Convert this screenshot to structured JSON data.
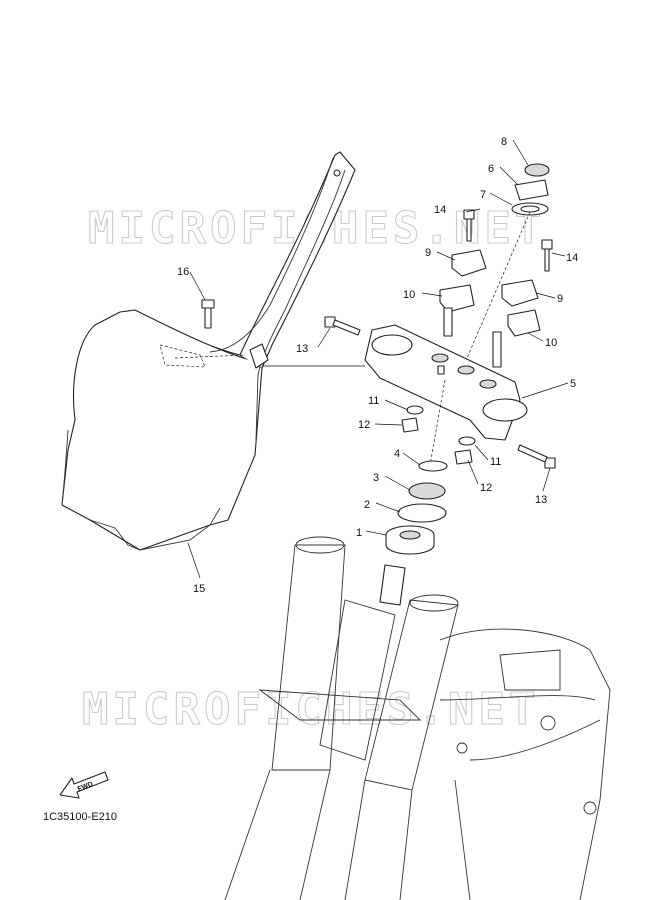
{
  "watermark": {
    "text": "MICROFICHES.NET"
  },
  "diagram_code": "1C35100-E210",
  "fwd_label": "FWD",
  "callouts": [
    {
      "id": "c1",
      "label": "1"
    },
    {
      "id": "c2",
      "label": "2"
    },
    {
      "id": "c3",
      "label": "3"
    },
    {
      "id": "c4",
      "label": "4"
    },
    {
      "id": "c5",
      "label": "5"
    },
    {
      "id": "c6",
      "label": "6"
    },
    {
      "id": "c7",
      "label": "7"
    },
    {
      "id": "c8",
      "label": "8"
    },
    {
      "id": "c9a",
      "label": "9"
    },
    {
      "id": "c9b",
      "label": "9"
    },
    {
      "id": "c10a",
      "label": "10"
    },
    {
      "id": "c10b",
      "label": "10"
    },
    {
      "id": "c11a",
      "label": "11"
    },
    {
      "id": "c11b",
      "label": "11"
    },
    {
      "id": "c12a",
      "label": "12"
    },
    {
      "id": "c12b",
      "label": "12"
    },
    {
      "id": "c13a",
      "label": "13"
    },
    {
      "id": "c13b",
      "label": "13"
    },
    {
      "id": "c14a",
      "label": "14"
    },
    {
      "id": "c14b",
      "label": "14"
    },
    {
      "id": "c15",
      "label": "15"
    },
    {
      "id": "c16",
      "label": "16"
    }
  ]
}
